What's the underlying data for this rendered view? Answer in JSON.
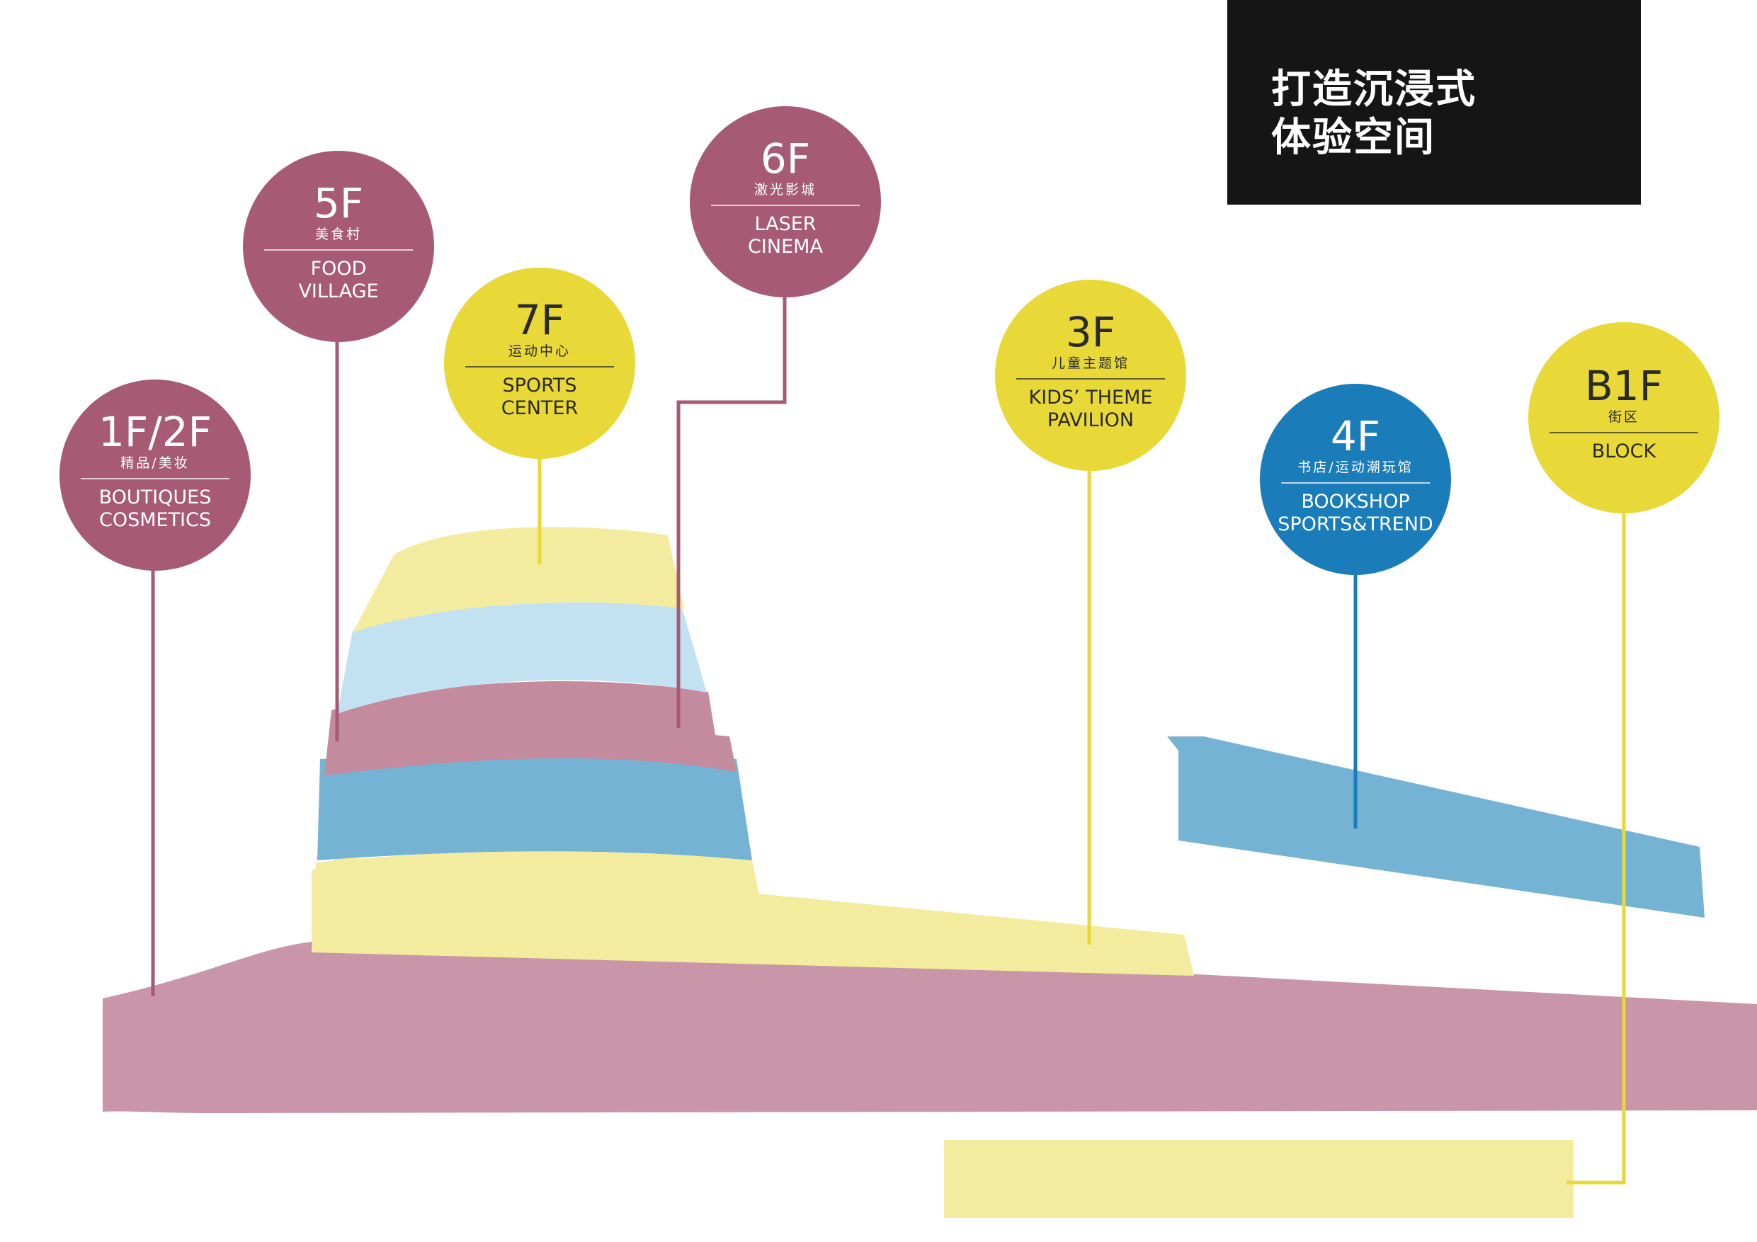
{
  "title": {
    "line1": "打造沉浸式",
    "line2": "体验空间"
  },
  "colors": {
    "plum": "#a65a73",
    "plum_light": "#c896a8",
    "plum_mid": "#c48a9e",
    "yellow": "#e8d838",
    "yellow_light": "#f3ec9e",
    "blue_light": "#c2e2f2",
    "blue_mid": "#74b3d4",
    "blue": "#1a7cb8",
    "title_bg": "#151515"
  },
  "floors": [
    {
      "id": "1f2f",
      "floor": "1F/2F",
      "cn": "精品/美妆",
      "en": [
        "BOUTIQUES",
        "COSMETICS"
      ],
      "color": "plum"
    },
    {
      "id": "5f",
      "floor": "5F",
      "cn": "美食村",
      "en": [
        "FOOD",
        "VILLAGE"
      ],
      "color": "plum"
    },
    {
      "id": "7f",
      "floor": "7F",
      "cn": "运动中心",
      "en": [
        "SPORTS",
        "CENTER"
      ],
      "color": "yellow"
    },
    {
      "id": "6f",
      "floor": "6F",
      "cn": "激光影城",
      "en": [
        "LASER",
        "CINEMA"
      ],
      "color": "plum"
    },
    {
      "id": "3f",
      "floor": "3F",
      "cn": "儿童主题馆",
      "en": [
        "KIDS’ THEME",
        "PAVILION"
      ],
      "color": "yellow"
    },
    {
      "id": "4f",
      "floor": "4F",
      "cn": "书店/运动潮玩馆",
      "en": [
        "BOOKSHOP",
        "SPORTS&TREND"
      ],
      "color": "blue"
    },
    {
      "id": "b1f",
      "floor": "B1F",
      "cn": "街区",
      "en": [
        "BLOCK"
      ],
      "color": "yellow"
    }
  ]
}
